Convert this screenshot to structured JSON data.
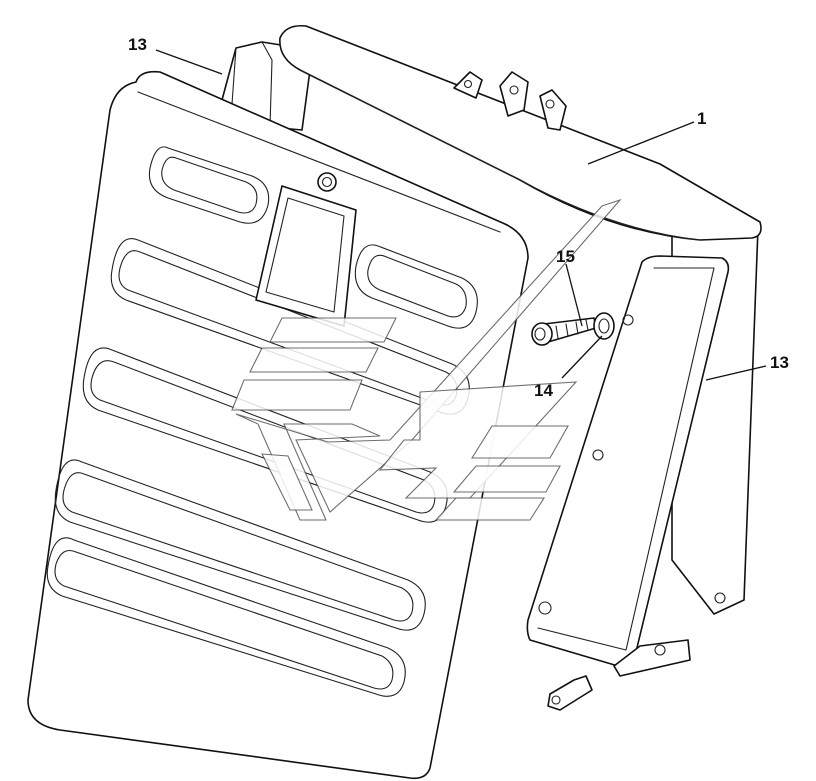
{
  "callouts": {
    "part_1": "1",
    "part_13_left": "13",
    "part_13_right": "13",
    "part_14": "14",
    "part_15": "15"
  },
  "colors": {
    "line": "#111111",
    "background": "#ffffff"
  }
}
